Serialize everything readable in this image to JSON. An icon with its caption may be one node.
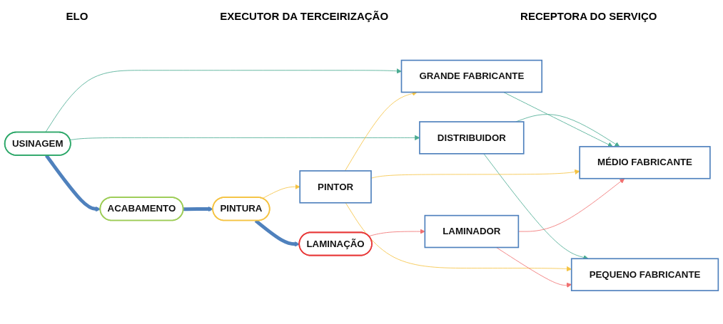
{
  "diagram": {
    "nodes": [
      {
        "text": [
          "USINAGEM"
        ]
      },
      {
        "text": [
          "ACABAMENTO"
        ]
      },
      {
        "text": [
          "PINTURA"
        ]
      },
      {
        "text": [
          "LAMINAÇÃO"
        ]
      },
      {
        "text": [
          "DISTRIBUIDOR"
        ]
      },
      {
        "text": [
          "GRANDE FABRICANTE"
        ]
      },
      {
        "text": [
          "PINTOR"
        ]
      },
      {
        "text": [
          "LAMINADOR"
        ]
      },
      {
        "text": [
          "MÉDIO FABRICANTE"
        ]
      },
      {
        "text": [
          "PEQUENO FABRICANTE"
        ]
      }
    ],
    "edges": [
      {
        "from": 0,
        "to": 1,
        "arrow": "to",
        "style": "thick",
        "color": "#4f81bd"
      },
      {
        "from": 1,
        "to": 2,
        "arrow": "to",
        "style": "thick",
        "color": "#4f81bd"
      },
      {
        "from": 2,
        "to": 3,
        "arrow": "to",
        "style": "thick",
        "color": "#4f81bd"
      },
      {
        "from": 0,
        "to": 4,
        "arrow": "to",
        "color": "#4bac92"
      },
      {
        "from": 0,
        "to": 5,
        "arrow": "to",
        "color": "#4bac92"
      },
      {
        "from": 4,
        "to": 8,
        "arrow": "to",
        "color": "#4bac92"
      },
      {
        "from": 4,
        "to": 9,
        "arrow": "to",
        "color": "#4bac92"
      },
      {
        "from": 5,
        "to": 8,
        "arrow": "to",
        "color": "#4bac92"
      },
      {
        "from": 2,
        "to": 6,
        "arrow": "to",
        "color": "#f5c342"
      },
      {
        "from": 6,
        "to": 5,
        "arrow": "to",
        "color": "#f5c342"
      },
      {
        "from": 6,
        "to": 8,
        "arrow": "to",
        "color": "#f5c342"
      },
      {
        "from": 6,
        "to": 9,
        "arrow": "to",
        "color": "#f5c342"
      },
      {
        "from": 3,
        "to": 7,
        "arrow": "to",
        "color": "#f07070"
      },
      {
        "from": 7,
        "to": 8,
        "arrow": "to",
        "color": "#f07070"
      },
      {
        "from": 7,
        "to": 9,
        "arrow": "to",
        "color": "#f07070"
      }
    ],
    "labels": [
      "ELO",
      "EXECUTOR DA TERCEIRIZAÇÃO",
      "RECEPTORA DO SERVIÇO"
    ]
  }
}
